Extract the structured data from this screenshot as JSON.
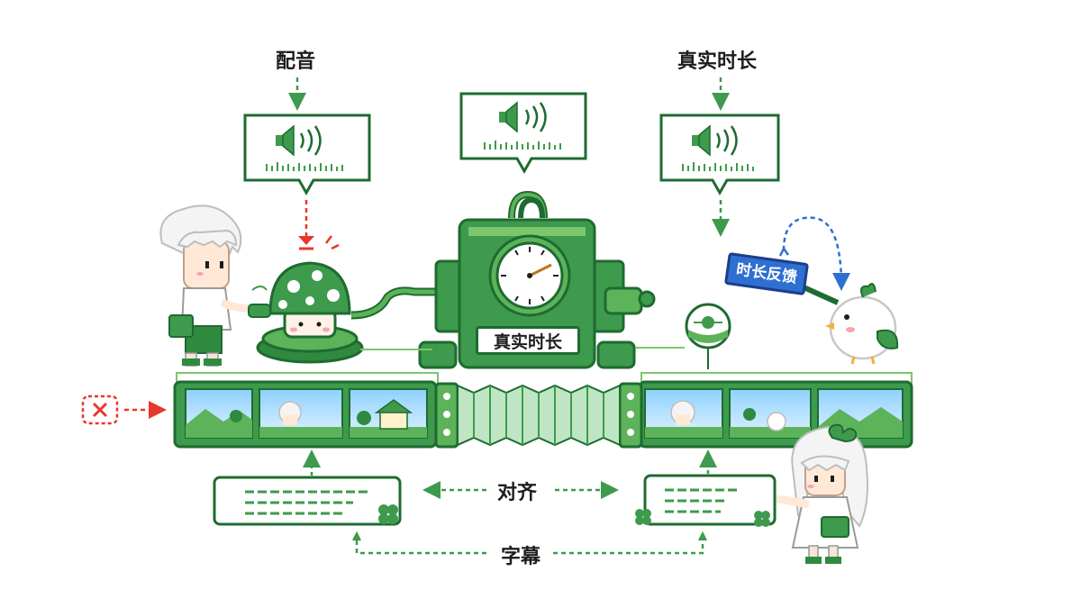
{
  "labels": {
    "dubbing": "配音",
    "real_duration": "真实时长",
    "clock_plate": "真实时长",
    "duration_feedback": "时长反馈",
    "align": "对齐",
    "subtitles": "字幕"
  },
  "colors": {
    "green_dark": "#1e6b30",
    "green_main": "#3e9a4c",
    "green_light": "#7cc66c",
    "red_accent": "#e8372c",
    "blue_accent": "#2f6fd1",
    "text": "#1d1d1d"
  },
  "icons": [
    "speaker-icon",
    "waveform-icon",
    "clock-icon",
    "mushroom-button-icon",
    "clover-icon",
    "cross-icon",
    "film-strip-icon"
  ]
}
